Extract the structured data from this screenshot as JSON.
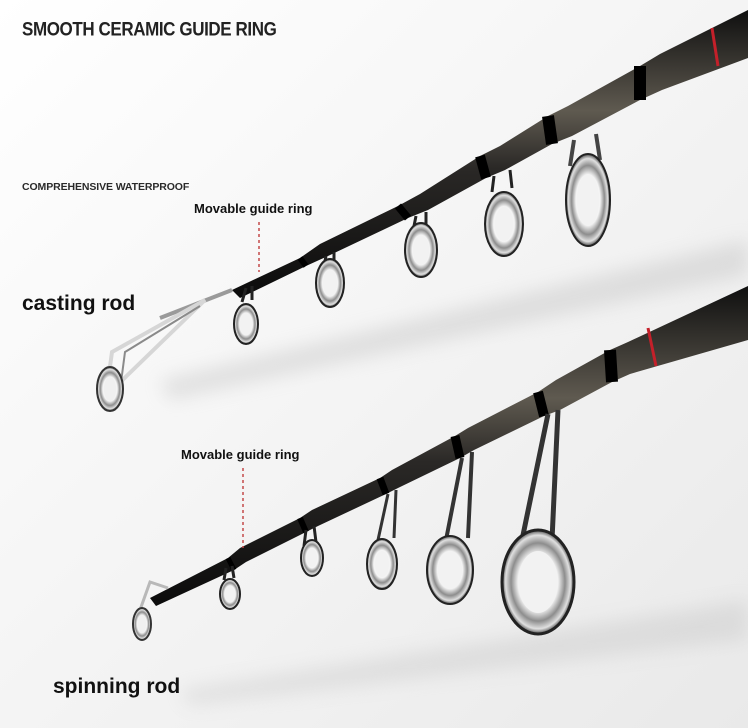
{
  "texts": {
    "heading": "SMOOTH CERAMIC GUIDE RING",
    "subheading": "COMPREHENSIVE WATERPROOF",
    "callout_top": "Movable guide ring",
    "callout_bottom": "Movable guide ring",
    "rod_top": "casting rod",
    "rod_bottom": "spinning rod"
  },
  "colors": {
    "background": "#f4f4f4",
    "rod_dark": "#1b1b1b",
    "rod_highlight": "#6f6a5f",
    "red_band": "#c4202a",
    "chrome": "#c9c9c9",
    "chrome_dark": "#5a5a5a",
    "dashed_line": "#c44a4a"
  }
}
